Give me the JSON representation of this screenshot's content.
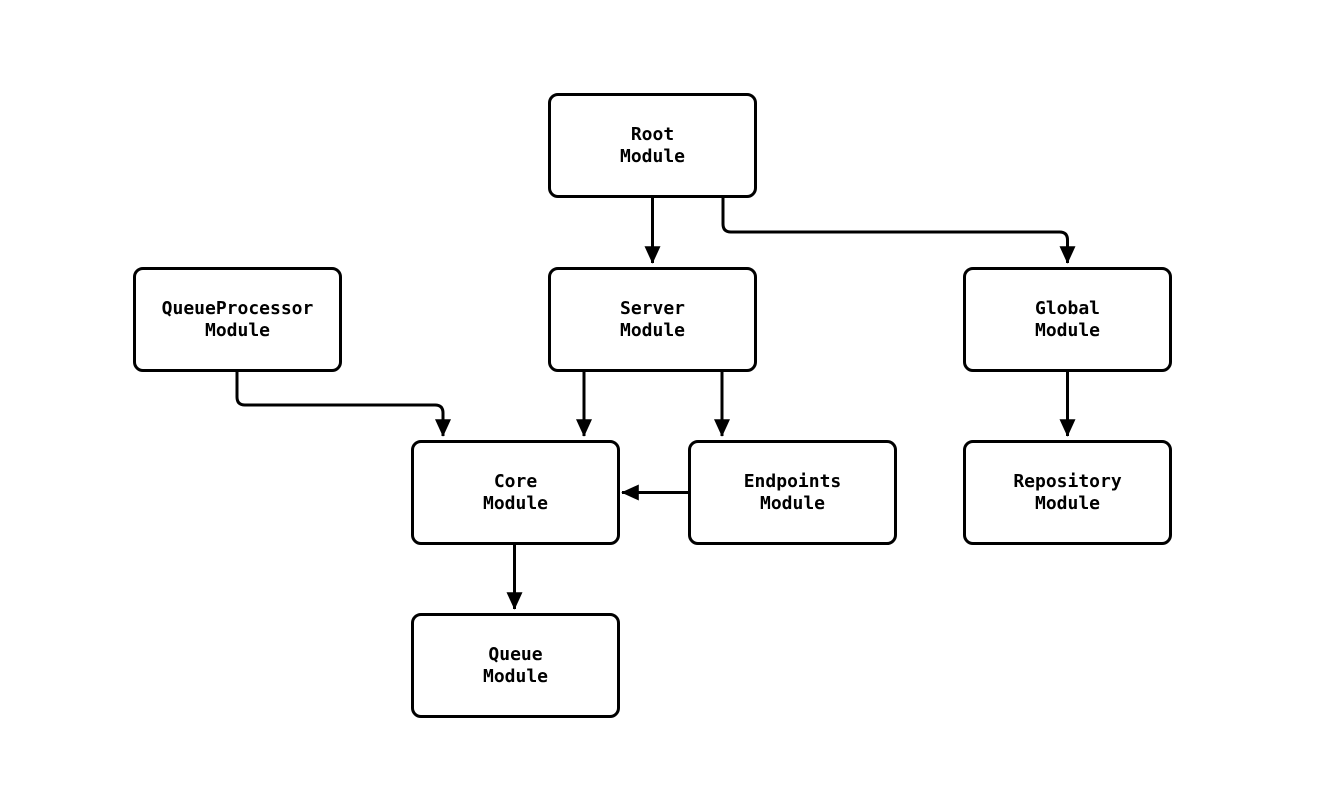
{
  "diagram": {
    "title": "module-dependency-graph",
    "background_color": "#ffffff",
    "node_fill_color": "#ffffff",
    "node_border_color": "#000000",
    "edge_color": "#000000",
    "text_color": "#000000",
    "nodes": {
      "root": {
        "line1": "Root",
        "line2": "Module"
      },
      "queue_processor": {
        "line1": "QueueProcessor",
        "line2": "Module"
      },
      "server": {
        "line1": "Server",
        "line2": "Module"
      },
      "global": {
        "line1": "Global",
        "line2": "Module"
      },
      "core": {
        "line1": "Core",
        "line2": "Module"
      },
      "endpoints": {
        "line1": "Endpoints",
        "line2": "Module"
      },
      "repository": {
        "line1": "Repository",
        "line2": "Module"
      },
      "queue": {
        "line1": "Queue",
        "line2": "Module"
      }
    },
    "edges": [
      {
        "from": "Root Module",
        "to": "Server Module"
      },
      {
        "from": "Root Module",
        "to": "Global Module"
      },
      {
        "from": "QueueProcessor Module",
        "to": "Core Module"
      },
      {
        "from": "Server Module",
        "to": "Core Module"
      },
      {
        "from": "Server Module",
        "to": "Endpoints Module"
      },
      {
        "from": "Endpoints Module",
        "to": "Core Module"
      },
      {
        "from": "Global Module",
        "to": "Repository Module"
      },
      {
        "from": "Core Module",
        "to": "Queue Module"
      }
    ]
  }
}
